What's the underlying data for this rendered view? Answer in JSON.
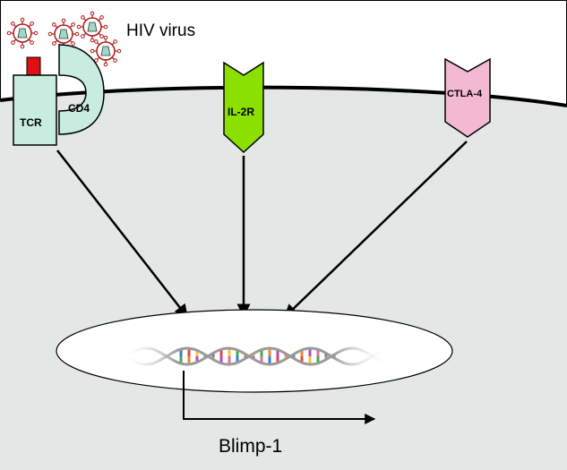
{
  "labels": {
    "virus": "HIV virus",
    "tcr": "TCR",
    "cd4": "CD4",
    "il2r": "IL-2R",
    "ctla4": "CTLA-4",
    "gene": "Blimp-1"
  },
  "colors": {
    "cytoplasm": "#e3e7e6",
    "membrane": "#000000",
    "tcr_fill": "#c8ece0",
    "cd4_fill": "#c8ece0",
    "antigen": "#dd1111",
    "il2r_fill": "#8be000",
    "ctla4_fill": "#f4b9d2",
    "virus_stroke": "#b01818",
    "virus_core": "#9fd8c8",
    "nucleus_fill": "#ffffff"
  },
  "icons": [
    "hiv-virion-icon",
    "dna-helix-icon",
    "arrow-icon"
  ]
}
